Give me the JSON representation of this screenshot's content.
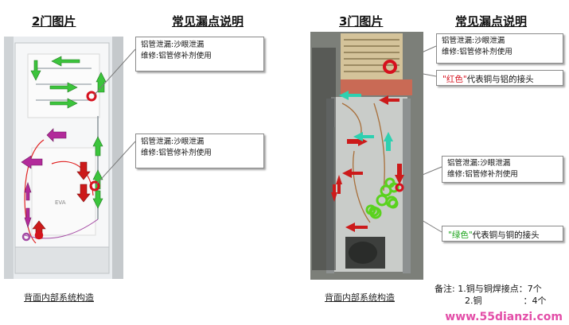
{
  "left_panel": {
    "heading": "2门图片",
    "leak_heading": "常见漏点说明",
    "caption": "背面内部系统构造",
    "evaporator_label": "EVA",
    "callouts": [
      {
        "line1": "铝管泄漏:沙眼泄漏",
        "line2": "维修:铝管修补剂使用"
      },
      {
        "line1": "铝管泄漏:沙眼泄漏",
        "line2": "维修:铝管修补剂使用"
      }
    ]
  },
  "right_panel": {
    "heading": "3门图片",
    "leak_heading": "常见漏点说明",
    "caption": "背面内部系统构造",
    "callouts": [
      {
        "line1": "铝管泄漏:沙眼泄漏",
        "line2": "维修:铝管修补剂使用"
      },
      {
        "line1": "铝管泄漏:沙眼泄漏",
        "line2": "维修:铝管修补剂使用"
      }
    ],
    "red_legend": {
      "quoted": "\"红色\"",
      "text": "代表铜与铝的接头"
    },
    "green_legend": {
      "quoted": "\"绿色\"",
      "text": "代表铜与铜的接头"
    }
  },
  "notes": {
    "label": "备注:",
    "line1": "1.铜与铜焊接点：7个",
    "line2_start": "2.铜",
    "line2_end": "：4个"
  },
  "watermark": "www.55dianzi.com",
  "colors": {
    "red_marker": "#d6111e",
    "green_marker": "#5ad21e",
    "arrow_green": "#3cc43c",
    "arrow_red": "#cc1a1a",
    "arrow_magenta": "#b22a9a",
    "arrow_cyan": "#2ed0b0"
  }
}
